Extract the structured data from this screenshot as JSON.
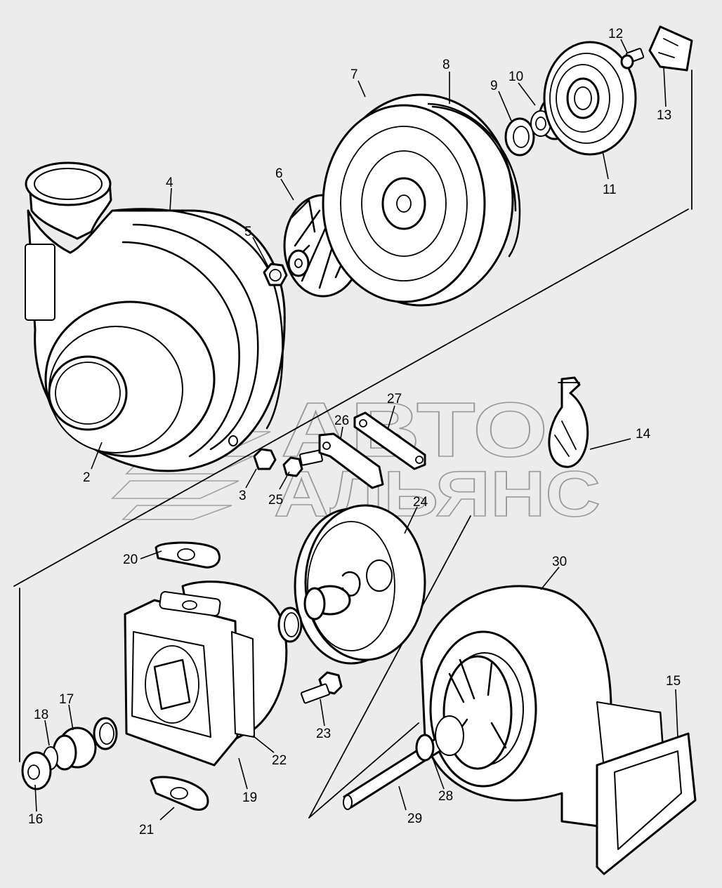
{
  "watermark": {
    "line1": "АВТО",
    "line2": "АЛЬЯНС"
  },
  "labels": [
    {
      "id": "1",
      "text": "2"
    },
    {
      "id": "2",
      "text": "3"
    },
    {
      "id": "3",
      "text": "4"
    },
    {
      "id": "4",
      "text": "5"
    },
    {
      "id": "5",
      "text": "6"
    },
    {
      "id": "6",
      "text": "7"
    },
    {
      "id": "7",
      "text": "8"
    },
    {
      "id": "8",
      "text": "9"
    },
    {
      "id": "9",
      "text": "10"
    },
    {
      "id": "10",
      "text": "11"
    },
    {
      "id": "11",
      "text": "12"
    },
    {
      "id": "12",
      "text": "13"
    },
    {
      "id": "13",
      "text": "14"
    },
    {
      "id": "14",
      "text": "15"
    },
    {
      "id": "15",
      "text": "16"
    },
    {
      "id": "16",
      "text": "17"
    },
    {
      "id": "17",
      "text": "18"
    },
    {
      "id": "18",
      "text": "19"
    },
    {
      "id": "19",
      "text": "20"
    },
    {
      "id": "20",
      "text": "21"
    },
    {
      "id": "21",
      "text": "22"
    },
    {
      "id": "22",
      "text": "23"
    },
    {
      "id": "23",
      "text": "24"
    },
    {
      "id": "24",
      "text": "25"
    },
    {
      "id": "25",
      "text": "26"
    },
    {
      "id": "26",
      "text": "27"
    },
    {
      "id": "27",
      "text": "28"
    },
    {
      "id": "28",
      "text": "29"
    },
    {
      "id": "29",
      "text": "30"
    }
  ]
}
